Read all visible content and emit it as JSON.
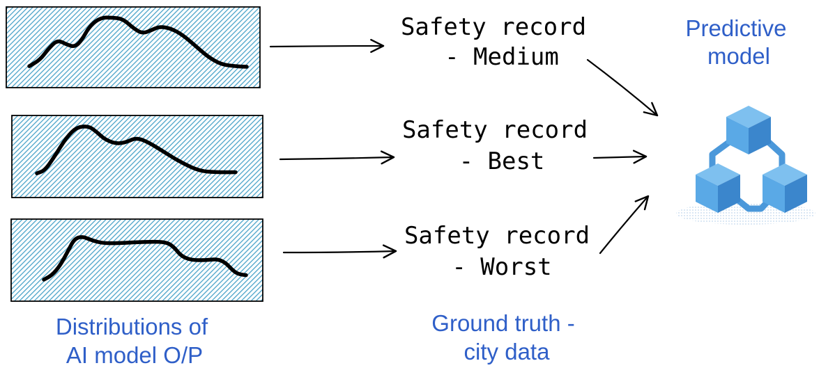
{
  "colors": {
    "accent_text": "#2f5fc8",
    "hatch": "#4aa3c9",
    "ink": "#000000",
    "cube_top": "#7ec0ef",
    "cube_left": "#5aa9e6",
    "cube_right": "#3b86cc",
    "connector": "#4b98da",
    "shadow": "#cfe0f0"
  },
  "distributions": {
    "caption_line1": "Distributions of",
    "caption_line2": "AI model O/P",
    "panels": [
      {
        "id": "medium",
        "curve": [
          [
            0.0,
            0.86
          ],
          [
            0.05,
            0.76
          ],
          [
            0.09,
            0.58
          ],
          [
            0.13,
            0.45
          ],
          [
            0.17,
            0.52
          ],
          [
            0.21,
            0.56
          ],
          [
            0.24,
            0.46
          ],
          [
            0.28,
            0.22
          ],
          [
            0.33,
            0.1
          ],
          [
            0.38,
            0.1
          ],
          [
            0.43,
            0.12
          ],
          [
            0.48,
            0.27
          ],
          [
            0.52,
            0.35
          ],
          [
            0.56,
            0.3
          ],
          [
            0.6,
            0.24
          ],
          [
            0.65,
            0.27
          ],
          [
            0.7,
            0.36
          ],
          [
            0.76,
            0.53
          ],
          [
            0.82,
            0.71
          ],
          [
            0.88,
            0.83
          ],
          [
            0.94,
            0.86
          ],
          [
            1.0,
            0.87
          ]
        ]
      },
      {
        "id": "best",
        "curve": [
          [
            0.0,
            0.87
          ],
          [
            0.04,
            0.82
          ],
          [
            0.09,
            0.57
          ],
          [
            0.15,
            0.24
          ],
          [
            0.2,
            0.07
          ],
          [
            0.26,
            0.05
          ],
          [
            0.3,
            0.15
          ],
          [
            0.34,
            0.28
          ],
          [
            0.4,
            0.36
          ],
          [
            0.45,
            0.33
          ],
          [
            0.5,
            0.25
          ],
          [
            0.56,
            0.33
          ],
          [
            0.64,
            0.5
          ],
          [
            0.73,
            0.69
          ],
          [
            0.82,
            0.83
          ],
          [
            0.9,
            0.85
          ],
          [
            1.0,
            0.85
          ]
        ]
      },
      {
        "id": "worst",
        "curve": [
          [
            0.0,
            0.9
          ],
          [
            0.04,
            0.82
          ],
          [
            0.08,
            0.65
          ],
          [
            0.12,
            0.38
          ],
          [
            0.15,
            0.17
          ],
          [
            0.19,
            0.12
          ],
          [
            0.24,
            0.2
          ],
          [
            0.3,
            0.25
          ],
          [
            0.4,
            0.24
          ],
          [
            0.5,
            0.22
          ],
          [
            0.6,
            0.22
          ],
          [
            0.64,
            0.3
          ],
          [
            0.68,
            0.48
          ],
          [
            0.73,
            0.55
          ],
          [
            0.8,
            0.55
          ],
          [
            0.86,
            0.53
          ],
          [
            0.9,
            0.6
          ],
          [
            0.93,
            0.72
          ],
          [
            0.96,
            0.8
          ],
          [
            1.0,
            0.82
          ]
        ]
      }
    ]
  },
  "ground_truth": {
    "caption_line1": "Ground truth -",
    "caption_line2": "city data",
    "records": [
      {
        "line1": "Safety record",
        "line2": "- Medium"
      },
      {
        "line1": "Safety record",
        "line2": "- Best"
      },
      {
        "line1": "Safety record",
        "line2": "- Worst"
      }
    ]
  },
  "predictive_model": {
    "title_line1": "Predictive",
    "title_line2": "model",
    "icon": "network-cubes-icon"
  }
}
